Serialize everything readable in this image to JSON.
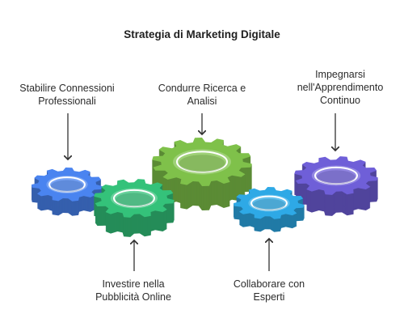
{
  "title": "Strategia di Marketing Digitale",
  "labels": {
    "connections": "Stabilire Connessioni\nProfessionali",
    "research": "Condurre Ricerca e\nAnalisi",
    "learning": "Impegnarsi\nnell'Apprendimento\nContinuo",
    "advertising": "Investire nella\nPubblicità Online",
    "experts": "Collaborare con\nEsperti"
  },
  "gear_colors": {
    "blue": "#4a84f0",
    "green": "#34c27a",
    "lime": "#7fc14a",
    "cyan": "#2ea9e6",
    "purple": "#6f5fd8"
  }
}
